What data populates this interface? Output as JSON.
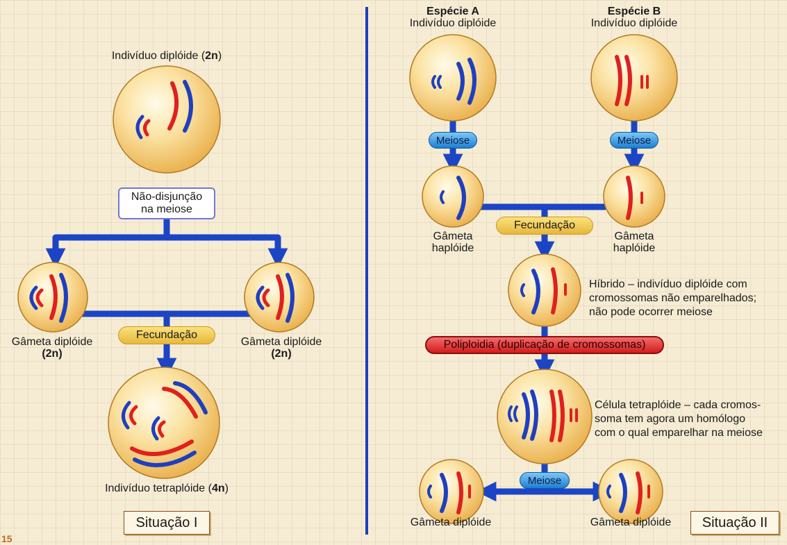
{
  "situacao1": {
    "top_label_prefix": "Indivíduo diplóide (",
    "top_label_bold": "2n",
    "top_label_suffix": ")",
    "nondisjunction_line1": "Não-disjunção",
    "nondisjunction_line2": "na meiose",
    "gamete_left_line1": "Gâmeta diplóide",
    "gamete_left_line2": "(2n)",
    "gamete_right_line1": "Gâmeta diplóide",
    "gamete_right_line2": "(2n)",
    "fecundacao": "Fecundação",
    "bottom_label_prefix": "Indivíduo tetraplóide (",
    "bottom_label_bold": "4n",
    "bottom_label_suffix": ")",
    "box_label": "Situação I"
  },
  "situacao2": {
    "species_a_title": "Espécie A",
    "species_a_sub": "Indivíduo diplóide",
    "species_b_title": "Espécie B",
    "species_b_sub": "Indivíduo diplóide",
    "meiose_a": "Meiose",
    "meiose_b": "Meiose",
    "gamete_a_line1": "Gâmeta",
    "gamete_a_line2": "haplóide",
    "gamete_b_line1": "Gâmeta",
    "gamete_b_line2": "haplóide",
    "fecundacao": "Fecundação",
    "hybrid_line1": "Híbrido – indivíduo diplóide com",
    "hybrid_line2": "cromossomas não emparelhados;",
    "hybrid_line3": "não pode ocorrer meiose",
    "poliploidia": "Poliploidia (duplicação de cromossomas)",
    "tetra_line1": "Célula tetraplóide – cada cromos-",
    "tetra_line2": "soma tem agora um homólogo",
    "tetra_line3": "com o qual emparelhar na meiose",
    "meiose_bottom": "Meiose",
    "gamete_bl": "Gâmeta diplóide",
    "gamete_br": "Gâmeta diplóide",
    "box_label": "Situação II"
  },
  "page_number": "15",
  "colors": {
    "arrow": "#1b45c4",
    "divider": "#1b3fbf",
    "chrom_red": "#e0201e",
    "chrom_blue": "#1f3fc0",
    "cell_fill": "#f5c96a",
    "cell_edge": "#b07a24"
  }
}
